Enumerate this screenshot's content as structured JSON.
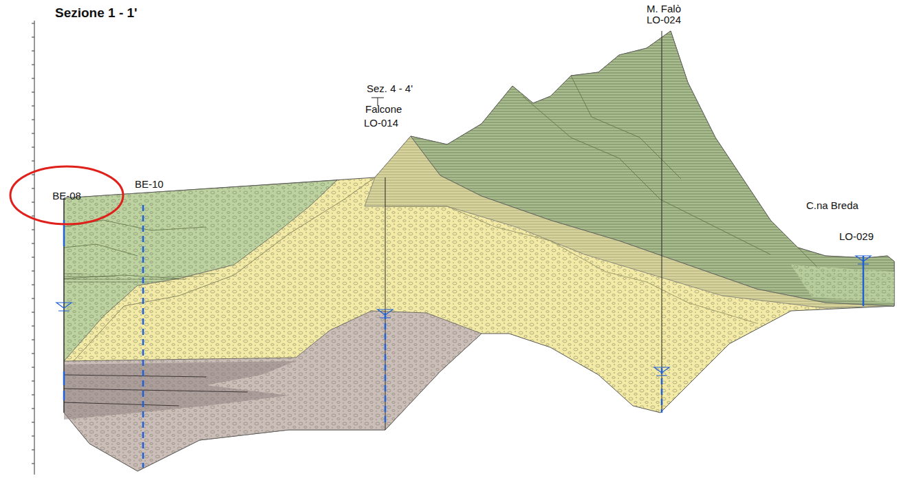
{
  "diagram": {
    "title": "Sezione 1 - 1'",
    "nodes": [
      {
        "text": [
          "BE-08"
        ]
      }
    ],
    "labels": [
      "BE-10",
      "Sez. 4 - 4'",
      "Falcone",
      "LO-014",
      "M. Falò",
      "LO-024",
      "C.na Breda",
      "LO-029"
    ]
  }
}
